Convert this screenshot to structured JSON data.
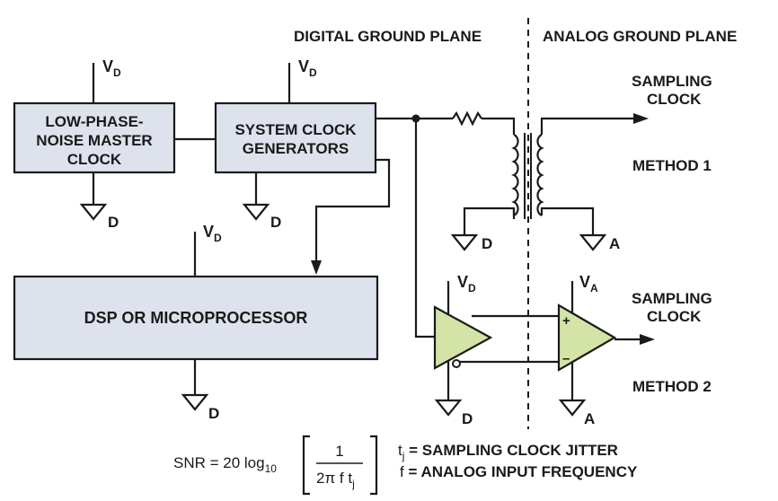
{
  "regions": {
    "digital": "DIGITAL GROUND PLANE",
    "analog": "ANALOG GROUND PLANE"
  },
  "blocks": {
    "master_clock": [
      "LOW-PHASE-",
      "NOISE MASTER",
      "CLOCK"
    ],
    "clock_generators": [
      "SYSTEM CLOCK",
      "GENERATORS"
    ],
    "dsp": "DSP OR MICROPROCESSOR"
  },
  "supplies": {
    "vd_letter": "V",
    "vd_sub": "D",
    "va_letter": "V",
    "va_sub": "A"
  },
  "grounds": {
    "digital": "D",
    "analog": "A"
  },
  "outputs": {
    "sampling_clock": [
      "SAMPLING",
      "CLOCK"
    ],
    "method1": "METHOD 1",
    "method2": "METHOD 2"
  },
  "comparator": {
    "plus": "+",
    "minus": "–"
  },
  "formula": {
    "lhs": "SNR = 20 log",
    "sub": "10",
    "numerator": "1",
    "denominator": "2π f t",
    "denominator_sub": "j"
  },
  "legend": {
    "tj_symbol": "t",
    "tj_sub": "j",
    "tj_text": " = SAMPLING CLOCK JITTER",
    "f_symbol": "f",
    "f_text": " = ANALOG INPUT FREQUENCY"
  }
}
